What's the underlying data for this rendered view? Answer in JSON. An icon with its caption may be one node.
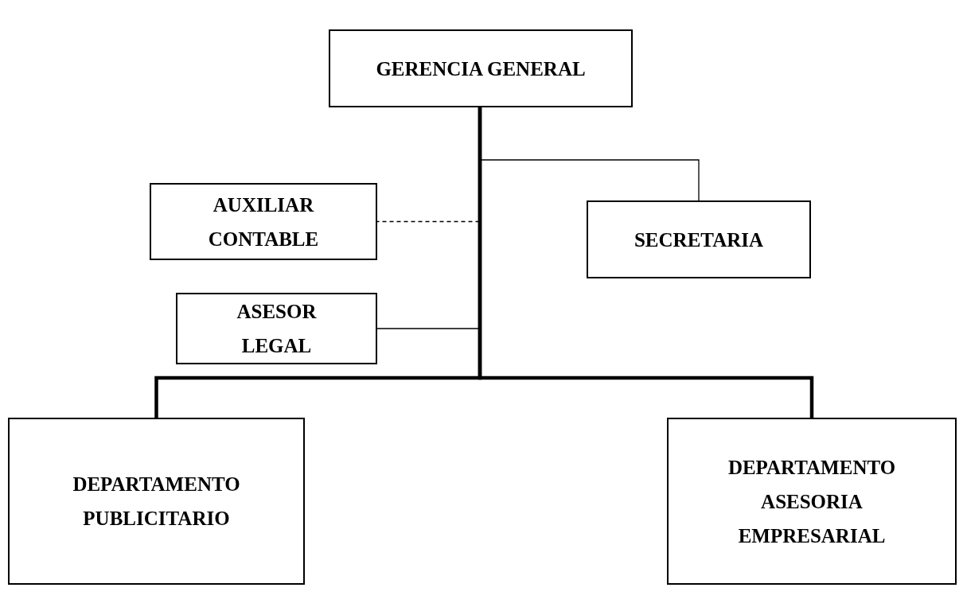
{
  "diagram": {
    "nodes": [
      {
        "text": [
          "GERENCIA GENERAL"
        ]
      },
      {
        "text": [
          "AUXILIAR CONTABLE"
        ]
      },
      {
        "text": [
          "SECRETARIA"
        ]
      },
      {
        "text": [
          "ASESOR LEGAL"
        ]
      },
      {
        "text": [
          "DEPARTAMENTO PUBLICITARIO"
        ]
      },
      {
        "text": [
          "DEPARTAMENTO ASESORIA EMPRESARIAL"
        ]
      }
    ],
    "edges": [
      {
        "from": 0,
        "to": 1,
        "arrow": "none",
        "style": "dashed"
      },
      {
        "from": 0,
        "to": 2,
        "arrow": "none"
      },
      {
        "from": 0,
        "to": 3,
        "arrow": "none"
      },
      {
        "from": 0,
        "to": 4,
        "arrow": "none",
        "style": "thick"
      },
      {
        "from": 0,
        "to": 5,
        "arrow": "none",
        "style": "thick"
      }
    ]
  }
}
